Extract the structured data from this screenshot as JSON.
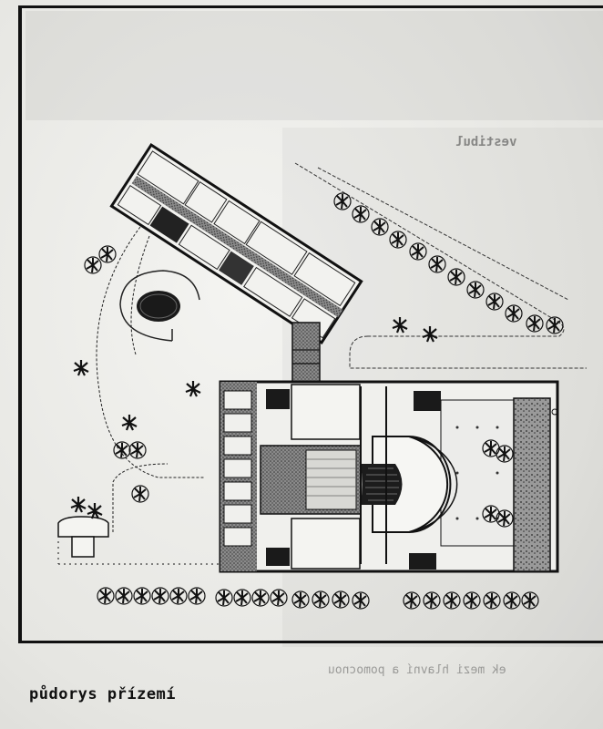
{
  "caption": "půdorys přízemí",
  "ghost_label": "vestibul",
  "ghost_bottom": "ek mezi hlavní a pomocnou",
  "colors": {
    "ink": "#111111",
    "paper": "#efefec",
    "wall_hatch": "#555555"
  },
  "icons": {
    "tree": "tree-symbol",
    "car": "parked-car-symbol"
  }
}
